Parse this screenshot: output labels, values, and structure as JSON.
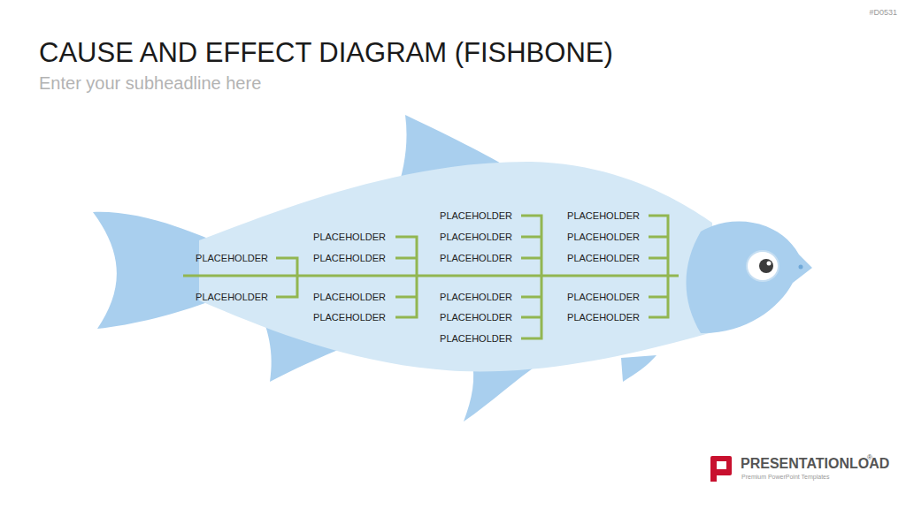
{
  "diagram": {
    "title": "CAUSE AND EFFECT DIAGRAM (FISHBONE)",
    "labels": [
      "#D0531",
      "Enter your subheadline here",
      "PLACEHOLDER",
      "PLACEHOLDER",
      "PLACEHOLDER",
      "PLACEHOLDER",
      "PLACEHOLDER",
      "PLACEHOLDER",
      "PLACEHOLDER",
      "PLACEHOLDER",
      "PLACEHOLDER",
      "PLACEHOLDER",
      "PLACEHOLDER",
      "PLACEHOLDER",
      "PLACEHOLDER",
      "PLACEHOLDER",
      "PLACEHOLDER",
      "PLACEHOLDER",
      "PLACEHOLDER",
      "PRESENTATIONLOAD",
      "®",
      "Premium PowerPoint Templates"
    ]
  }
}
